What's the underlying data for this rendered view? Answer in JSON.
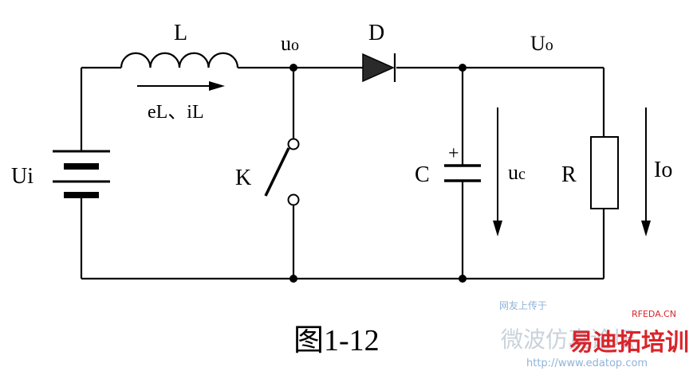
{
  "labels": {
    "inductor": "L",
    "node_voltage_prefix": "u",
    "node_voltage_sub": "o",
    "diode": "D",
    "output_voltage_prefix": "U",
    "output_voltage_sub": "o",
    "inductor_current": "eL、iL",
    "source": "Ui",
    "switch": "K",
    "capacitor": "C",
    "capacitor_plus": "+",
    "capacitor_voltage_prefix": "u",
    "capacitor_voltage_sub": "c",
    "resistor": "R",
    "output_current": "Io"
  },
  "caption": "图1-12",
  "watermark": {
    "line1": "网友上传于",
    "brand_small": "RFEDA.CN",
    "cn_faded": "微波仿真论坛",
    "cn_brand": "易迪拓培训",
    "url": "http://www.edatop.com"
  },
  "colors": {
    "line": "#000000",
    "watermark_red": "#d9242a",
    "watermark_blue": "#8fb3d9",
    "watermark_gray": "#b8c4d0"
  }
}
